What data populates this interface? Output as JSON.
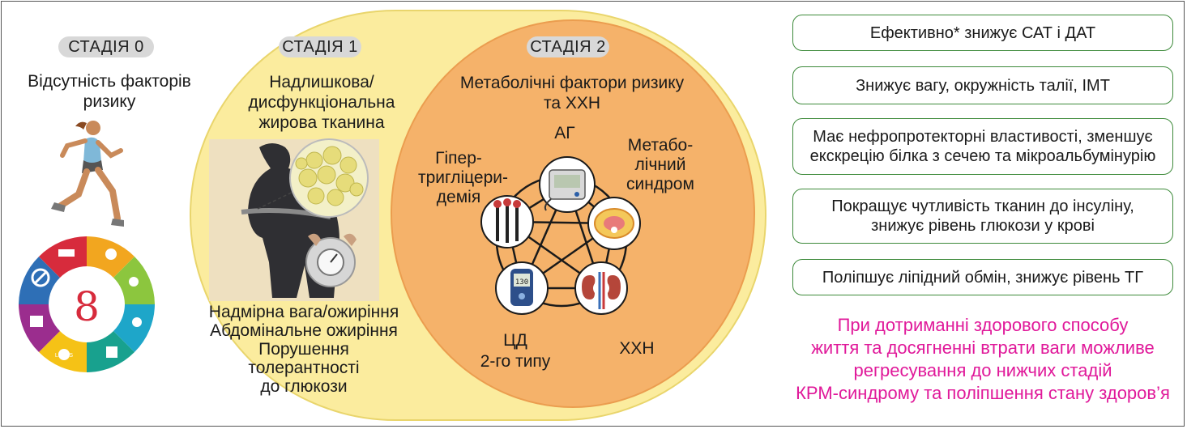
{
  "stage0": {
    "label": "СТАДІЯ 0",
    "text_lines": [
      "Відсутність факторів",
      "ризику"
    ],
    "wheel_number": "8",
    "wheel_badge": "LIPIDS"
  },
  "stage1": {
    "label": "СТАДІЯ 1",
    "text_lines": [
      "Надлишкова/",
      "дисфункціональна",
      "жирова тканина"
    ],
    "bottom_lines": [
      "Надмірна вага/ожиріння",
      "Абдомінальне ожиріння",
      "Порушення толерантності",
      "до глюкози"
    ]
  },
  "stage2": {
    "label": "СТАДІЯ 2",
    "text_lines": [
      "Метаболічні фактори ризику",
      "та ХХН"
    ],
    "nodes": {
      "ag": "АГ",
      "metabolic": [
        "Метабо-",
        "лічний",
        "синдром"
      ],
      "hyper": [
        "Гіпер-",
        "тригліцери-",
        "демія"
      ],
      "cd": [
        "ЦД",
        "2-го типу"
      ],
      "ckd": "ХХН"
    },
    "glucometer_value": "130"
  },
  "benefits": [
    [
      "Ефективно* знижує САТ і ДАТ"
    ],
    [
      "Знижує вагу, окружність талії, ІМТ"
    ],
    [
      "Має нефропротекторні властивості, зменшує",
      "екскрецію білка з сечею та мікроальбумінурію"
    ],
    [
      "Покращує чутливість тканин до інсуліну,",
      "знижує рівень глюкози у крові"
    ],
    [
      "Поліпшує ліпідний обмін, знижує рівень ТГ"
    ]
  ],
  "note_lines": [
    "При дотриманні здорового способу",
    "життя та досягненні втрати ваги можливе",
    "регресування до нижчих стадій",
    "КРМ-синдрому та поліпшення стану здоров’я"
  ],
  "colors": {
    "note": "#e0199a",
    "box_border": "#3d8a3a",
    "outer_oval": "#fbec9e",
    "inner_circle": "#f5b26a"
  }
}
